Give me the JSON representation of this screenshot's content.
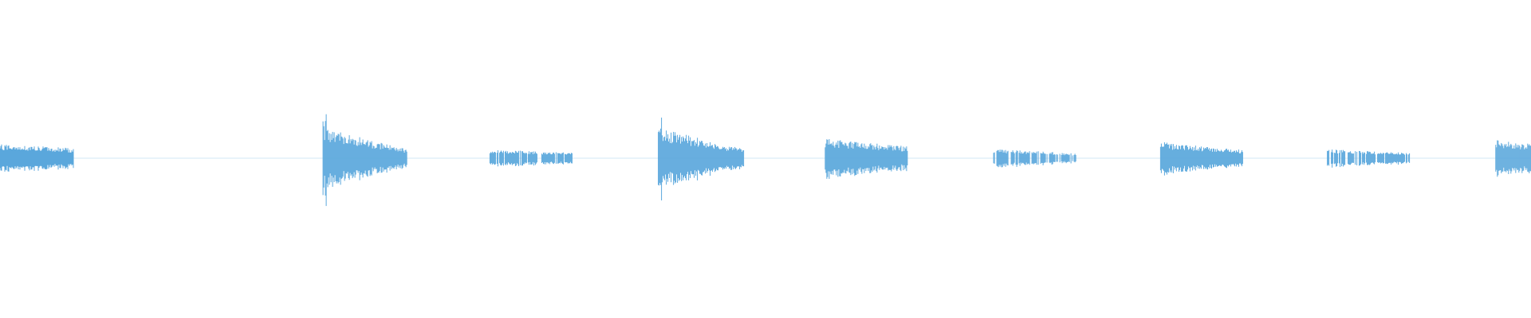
{
  "waveform": {
    "color": "#5aa7dc",
    "background": "#ffffff",
    "duration": 1.0,
    "segments": [
      {
        "start": 0.0,
        "end": 0.048,
        "amp": 0.045,
        "decay": 0.3,
        "density": 1.0
      },
      {
        "start": 0.211,
        "end": 0.266,
        "amp": 0.095,
        "decay": 0.7,
        "density": 1.0
      },
      {
        "start": 0.32,
        "end": 0.374,
        "amp": 0.028,
        "decay": 0.4,
        "density": 0.8
      },
      {
        "start": 0.43,
        "end": 0.486,
        "amp": 0.095,
        "decay": 0.7,
        "density": 1.0
      },
      {
        "start": 0.539,
        "end": 0.593,
        "amp": 0.062,
        "decay": 0.4,
        "density": 1.0
      },
      {
        "start": 0.649,
        "end": 0.703,
        "amp": 0.03,
        "decay": 0.5,
        "density": 0.8
      },
      {
        "start": 0.758,
        "end": 0.812,
        "amp": 0.052,
        "decay": 0.5,
        "density": 1.0
      },
      {
        "start": 0.867,
        "end": 0.921,
        "amp": 0.028,
        "decay": 0.4,
        "density": 0.8
      },
      {
        "start": 0.977,
        "end": 1.0,
        "amp": 0.058,
        "decay": 0.2,
        "density": 1.0
      }
    ],
    "baseline_noise": 0.004
  }
}
